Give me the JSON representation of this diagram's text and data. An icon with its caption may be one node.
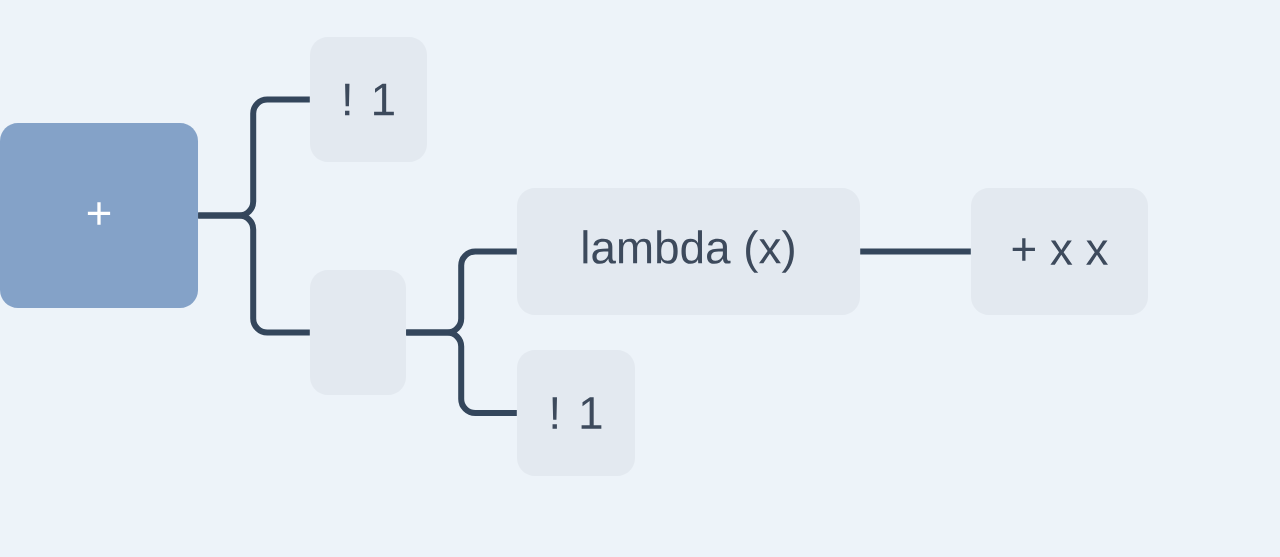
{
  "diagram": {
    "nodes": [
      {
        "text": [
          "+"
        ]
      },
      {
        "text": [
          "! 1"
        ]
      },
      {
        "text": [],
        "shape": "box"
      },
      {
        "text": [
          "lambda (x)"
        ]
      },
      {
        "text": [
          "! 1"
        ]
      },
      {
        "text": [
          "+ x x"
        ]
      }
    ],
    "edges": [
      {
        "from": 0,
        "to": 1,
        "arrow": "none"
      },
      {
        "from": 0,
        "to": 2,
        "arrow": "none"
      },
      {
        "from": 2,
        "to": 3,
        "arrow": "none"
      },
      {
        "from": 2,
        "to": 4,
        "arrow": "none"
      },
      {
        "from": 3,
        "to": 5,
        "arrow": "none"
      }
    ]
  }
}
